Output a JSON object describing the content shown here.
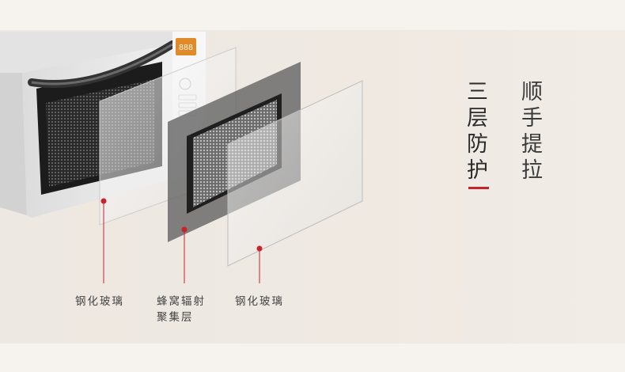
{
  "headline": {
    "main": [
      "三",
      "层",
      "防",
      "护"
    ],
    "secondary": [
      "顺",
      "手",
      "提",
      "拉"
    ]
  },
  "layers": [
    {
      "label_lines": [
        "钢化玻璃"
      ]
    },
    {
      "label_lines": [
        "蜂窝辐射",
        "聚集层"
      ]
    },
    {
      "label_lines": [
        "钢化玻璃"
      ]
    }
  ],
  "display": {
    "readout": "888"
  },
  "colors": {
    "accent": "#c8232b",
    "background": "#efe9e2",
    "glass": "#e6e6e6",
    "mesh_layer": "#5f5f5f"
  }
}
